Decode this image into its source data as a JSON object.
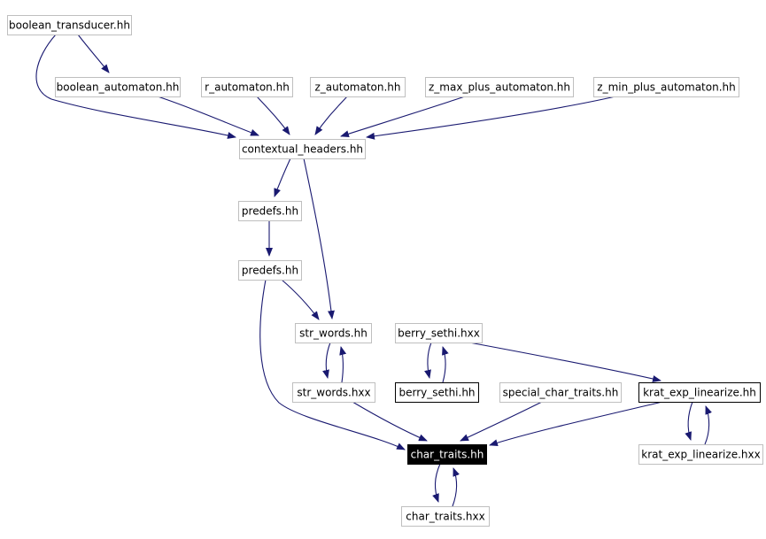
{
  "nodes": [
    {
      "id": "boolean_transducer",
      "label": "boolean_transducer.hh",
      "style": "plain"
    },
    {
      "id": "boolean_automaton",
      "label": "boolean_automaton.hh",
      "style": "plain"
    },
    {
      "id": "r_automaton",
      "label": "r_automaton.hh",
      "style": "plain"
    },
    {
      "id": "z_automaton",
      "label": "z_automaton.hh",
      "style": "plain"
    },
    {
      "id": "z_max_plus_automaton",
      "label": "z_max_plus_automaton.hh",
      "style": "plain"
    },
    {
      "id": "z_min_plus_automaton",
      "label": "z_min_plus_automaton.hh",
      "style": "plain"
    },
    {
      "id": "contextual_headers",
      "label": "contextual_headers.hh",
      "style": "plain"
    },
    {
      "id": "predefs1",
      "label": "predefs.hh",
      "style": "plain"
    },
    {
      "id": "predefs2",
      "label": "predefs.hh",
      "style": "plain"
    },
    {
      "id": "str_words_hh",
      "label": "str_words.hh",
      "style": "plain"
    },
    {
      "id": "str_words_hxx",
      "label": "str_words.hxx",
      "style": "plain"
    },
    {
      "id": "berry_sethi_hxx",
      "label": "berry_sethi.hxx",
      "style": "plain"
    },
    {
      "id": "berry_sethi_hh",
      "label": "berry_sethi.hh",
      "style": "bold"
    },
    {
      "id": "special_char_traits",
      "label": "special_char_traits.hh",
      "style": "plain"
    },
    {
      "id": "krat_exp_linearize_hh",
      "label": "krat_exp_linearize.hh",
      "style": "bold"
    },
    {
      "id": "krat_exp_linearize_hxx",
      "label": "krat_exp_linearize.hxx",
      "style": "plain"
    },
    {
      "id": "char_traits_hh",
      "label": "char_traits.hh",
      "style": "selected"
    },
    {
      "id": "char_traits_hxx",
      "label": "char_traits.hxx",
      "style": "plain"
    }
  ],
  "edges": [
    {
      "from": "boolean_transducer",
      "to": "boolean_automaton"
    },
    {
      "from": "boolean_transducer",
      "to": "contextual_headers"
    },
    {
      "from": "boolean_automaton",
      "to": "contextual_headers"
    },
    {
      "from": "r_automaton",
      "to": "contextual_headers"
    },
    {
      "from": "z_automaton",
      "to": "contextual_headers"
    },
    {
      "from": "z_max_plus_automaton",
      "to": "contextual_headers"
    },
    {
      "from": "z_min_plus_automaton",
      "to": "contextual_headers"
    },
    {
      "from": "contextual_headers",
      "to": "predefs1"
    },
    {
      "from": "contextual_headers",
      "to": "str_words_hh"
    },
    {
      "from": "predefs1",
      "to": "predefs2"
    },
    {
      "from": "predefs2",
      "to": "str_words_hh"
    },
    {
      "from": "predefs2",
      "to": "char_traits_hh"
    },
    {
      "from": "str_words_hh",
      "to": "str_words_hxx"
    },
    {
      "from": "str_words_hxx",
      "to": "str_words_hh"
    },
    {
      "from": "str_words_hxx",
      "to": "char_traits_hh"
    },
    {
      "from": "berry_sethi_hxx",
      "to": "berry_sethi_hh"
    },
    {
      "from": "berry_sethi_hh",
      "to": "berry_sethi_hxx"
    },
    {
      "from": "berry_sethi_hxx",
      "to": "krat_exp_linearize_hh"
    },
    {
      "from": "special_char_traits",
      "to": "char_traits_hh"
    },
    {
      "from": "krat_exp_linearize_hh",
      "to": "char_traits_hh"
    },
    {
      "from": "krat_exp_linearize_hh",
      "to": "krat_exp_linearize_hxx"
    },
    {
      "from": "krat_exp_linearize_hxx",
      "to": "krat_exp_linearize_hh"
    },
    {
      "from": "char_traits_hh",
      "to": "char_traits_hxx"
    },
    {
      "from": "char_traits_hxx",
      "to": "char_traits_hh"
    }
  ],
  "colors": {
    "edge": "#191970",
    "node_border_plain": "#bfbfbf",
    "node_border_bold": "#000000",
    "node_fill_selected": "#000000",
    "node_text_selected": "#ffffff",
    "node_text": "#000000"
  }
}
